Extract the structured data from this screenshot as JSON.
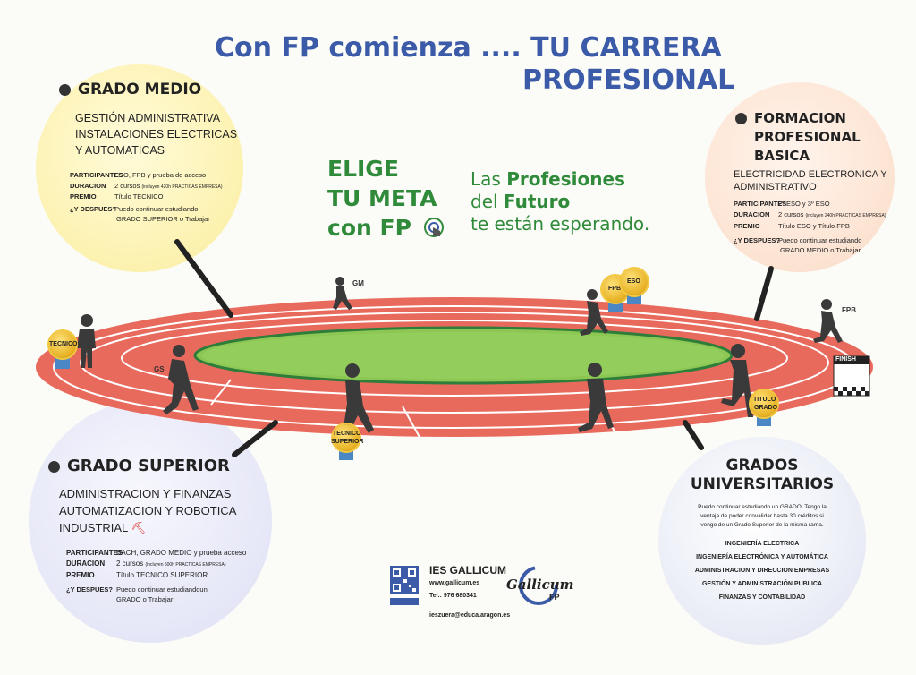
{
  "header": {
    "line1": "Con FP comienza ....  TU CARRERA",
    "line2": "PROFESIONAL"
  },
  "cta": {
    "line1": "ELIGE",
    "line2": "TU META",
    "line3": "con FP"
  },
  "tagline": {
    "l1a": "Las ",
    "l1b": "Profesiones",
    "l2a": "del ",
    "l2b": "Futuro",
    "l3": "te están esperando."
  },
  "grado_medio": {
    "title": "GRADO MEDIO",
    "programs": [
      "GESTIÓN ADMINISTRATIVA",
      "INSTALACIONES ELECTRICAS",
      "Y AUTOMATICAS"
    ],
    "participantes_k": "PARTICIPANTES",
    "participantes_v": "ESO, FPB y prueba de acceso",
    "duracion_k": "DURACION",
    "duracion_v": "2 cursos",
    "duracion_note": "(incluyen 420h PRACTICAS EMPRESA)",
    "premio_k": "PREMIO",
    "premio_v": "Título TECNICO",
    "despues_k": "¿Y DESPUES?",
    "despues_v1": "Puedo continuar estudiando",
    "despues_v2": "GRADO SUPERIOR o Trabajar"
  },
  "fp_basica": {
    "title1": "FORMACION",
    "title2": "PROFESIONAL",
    "title3": "BASICA",
    "programs": [
      "ELECTRICIDAD ELECTRONICA Y",
      "ADMINISTRATIVO"
    ],
    "participantes_k": "PARTICIPANTES",
    "participantes_v": "2º ESO y 3º ESO",
    "duracion_k": "DURACION",
    "duracion_v": "2 cursos",
    "duracion_note": "(incluyen 240h PRACTICAS EMPRESA)",
    "premio_k": "PREMIO",
    "premio_v": "Título ESO y Título FPB",
    "despues_k": "¿Y DESPUES?",
    "despues_v1": "Puedo continuar estudiando",
    "despues_v2": "GRADO MEDIO o Trabajar"
  },
  "grado_superior": {
    "title": "GRADO SUPERIOR",
    "programs": [
      "ADMINISTRACION Y FINANZAS",
      "AUTOMATIZACION Y ROBOTICA",
      "INDUSTRIAL"
    ],
    "participantes_k": "PARTICIPANTES",
    "participantes_v": "BACH, GRADO MEDIO y prueba acceso",
    "duracion_k": "DURACION",
    "duracion_v": "2 cursos",
    "duracion_note": "(incluyen 500h PRACTICAS EMPRESA)",
    "premio_k": "PREMIO",
    "premio_v": "Título TECNICO SUPERIOR",
    "despues_k": "¿Y DESPUES?",
    "despues_v1": "Puedo continuar estudiandoun",
    "despues_v2": "GRADO o Trabajar"
  },
  "universitarios": {
    "title1": "GRADOS",
    "title2": "UNIVERSITARIOS",
    "intro": [
      "Puedo continuar estudiando un GRADO. Tengo la",
      "ventaja de poder convalidar hasta 30 créditos si",
      "vengo de un Grado Superior de la misma rama."
    ],
    "degrees": [
      "INGENIERÍA ELECTRICA",
      "INGENIERÍA ELECTRÓNICA Y AUTOMÁTICA",
      "ADMINISTRACION Y DIRECCION EMPRESAS",
      "GESTIÓN Y ADMINISTRACIÓN PUBLICA",
      "FINANZAS Y CONTABILIDAD"
    ]
  },
  "track": {
    "gm": "GM",
    "gs": "GS",
    "fpb": "FPB",
    "finish": "FINISH"
  },
  "medals": {
    "tecnico": "TECNICO",
    "tecnico_superior1": "TECNICO",
    "tecnico_superior2": "SUPERIOR",
    "fpb": "FPB",
    "eso": "ESO",
    "titulo1": "TITULO",
    "titulo2": "GRADO"
  },
  "contact": {
    "school": "IES  GALLICUM",
    "web": "www.gallicum.es",
    "tel": "Tel.:  976 680341",
    "email": "ieszuera@educa.aragon.es",
    "logo": "Gallicum",
    "logo_fp": "FP"
  },
  "colors": {
    "title": "#3b5aa8",
    "green": "#2f8a3a",
    "track": "#e86a5c",
    "field": "#8cc653"
  }
}
